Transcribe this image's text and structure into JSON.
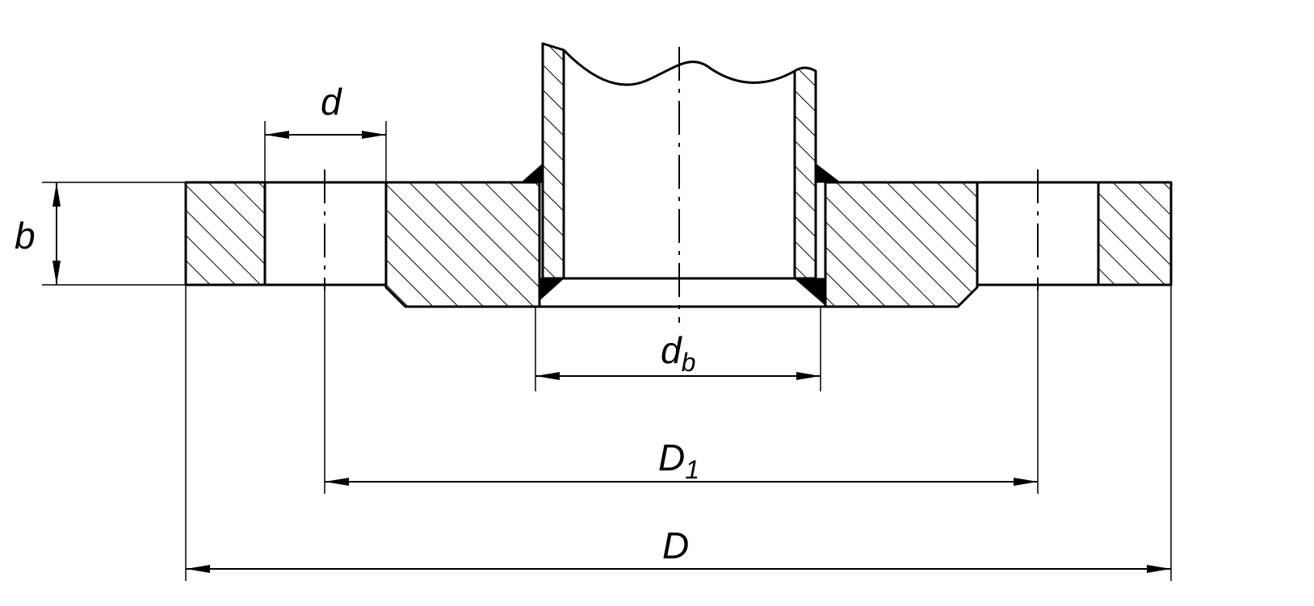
{
  "labels": {
    "bolt_hole": "d",
    "thickness": "b",
    "bore_main": "d",
    "bore_sub": "b",
    "pcd_main": "D",
    "pcd_sub": "1",
    "outer": "D"
  },
  "colors": {
    "ink": "#000000",
    "paper": "#ffffff"
  }
}
